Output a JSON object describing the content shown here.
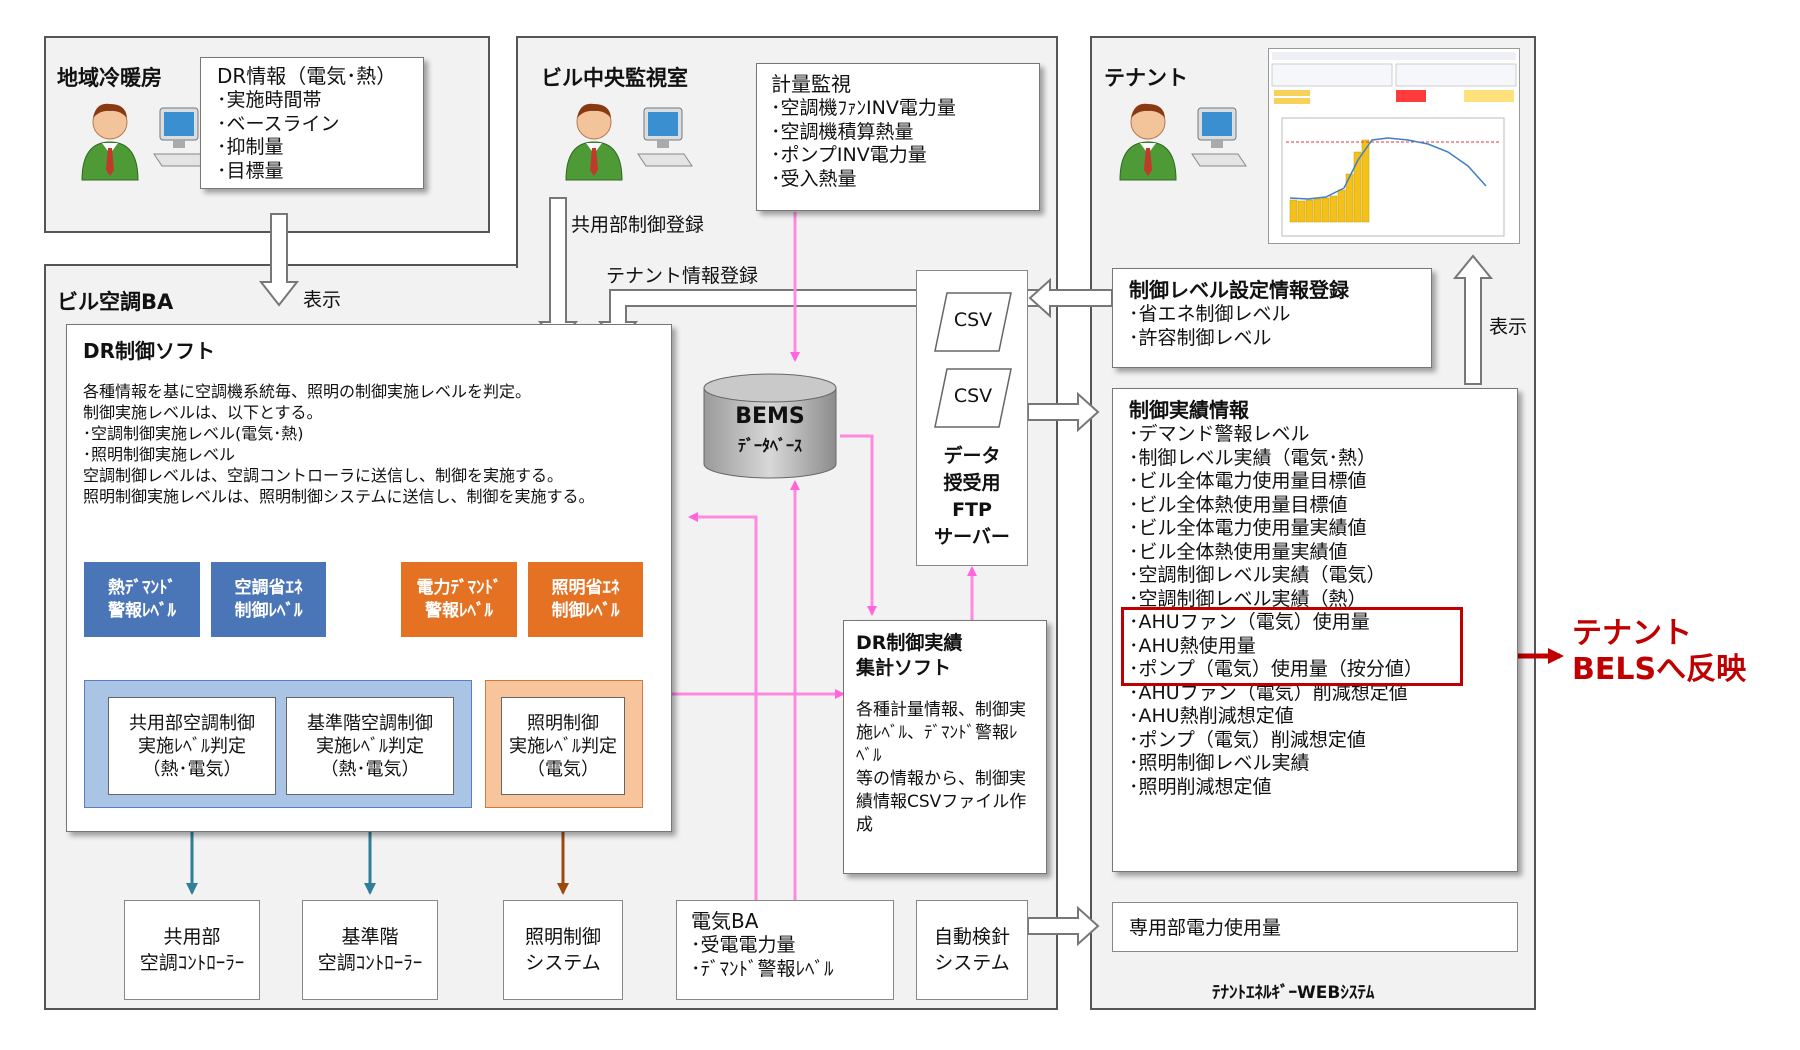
{
  "regions": {
    "district": {
      "title": "地域冷暖房"
    },
    "central": {
      "title": "ビル中央監視室"
    },
    "tenant": {
      "title": "テナント"
    },
    "ba": {
      "title": "ビル空調BA"
    },
    "web": {
      "footer": "ﾃﾅﾝﾄｴﾈﾙｷﾞｰWEBｼｽﾃﾑ"
    }
  },
  "dr_info": {
    "title": "DR情報（電気･熱）",
    "items": [
      "･実施時間帯",
      "･ベースライン",
      "･抑制量",
      "･目標量"
    ]
  },
  "metering": {
    "title": "計量監視",
    "items": [
      "･空調機ﾌｧﾝINV電力量",
      "･空調機積算熱量",
      "･ポンプINV電力量",
      "･受入熱量"
    ]
  },
  "edge_labels": {
    "display_left": "表示",
    "shared_register": "共用部制御登録",
    "tenant_register": "テナント情報登録",
    "display_right": "表示"
  },
  "dr_soft": {
    "title": "DR制御ソフト",
    "description": "各種情報を基に空調機系統毎、照明の制御実施レベルを判定。\n制御実施レベルは、以下とする。\n･空調制御実施レベル(電気･熱)\n･照明制御実施レベル\n空調制御レベルは、空調コントローラに送信し、制御を実施する。\n照明制御実施レベルは、照明制御システムに送信し、制御を実施する。",
    "levels": [
      {
        "label": "熱ﾃﾞﾏﾝﾄﾞ\n警報ﾚﾍﾞﾙ"
      },
      {
        "label": "空調省ｴﾈ\n制御ﾚﾍﾞﾙ"
      },
      {
        "label": "電力ﾃﾞﾏﾝﾄﾞ\n警報ﾚﾍﾞﾙ"
      },
      {
        "label": "照明省ｴﾈ\n制御ﾚﾍﾞﾙ"
      }
    ],
    "judges": [
      {
        "label": "共用部空調制御\n実施ﾚﾍﾞﾙ判定\n（熱･電気）"
      },
      {
        "label": "基準階空調制御\n実施ﾚﾍﾞﾙ判定\n（熱･電気）"
      },
      {
        "label": "照明制御\n実施ﾚﾍﾞﾙ判定\n（電気）"
      }
    ]
  },
  "bems": {
    "title": "BEMS",
    "sub": "ﾃﾞｰﾀﾍﾞｰｽ"
  },
  "ftp": {
    "csv1": "CSV",
    "csv2": "CSV",
    "label": "データ\n授受用\nFTP\nサーバー"
  },
  "dr_result_soft": {
    "title": "DR制御実績\n集計ソフト",
    "body": "各種計量情報、制御実施ﾚﾍﾞﾙ、ﾃﾞﾏﾝﾄﾞ警報ﾚﾍﾞﾙ\n等の情報から、制御実績情報CSVファイル作成"
  },
  "control_setting": {
    "title": "制御レベル設定情報登録",
    "items": [
      "･省エネ制御レベル",
      "･許容制御レベル"
    ]
  },
  "control_results": {
    "title": "制御実績情報",
    "items": [
      "･デマンド警報レベル",
      "･制御レベル実績（電気･熱）",
      "･ビル全体電力使用量目標値",
      "･ビル全体熱使用量目標値",
      "･ビル全体電力使用量実績値",
      "･ビル全体熱使用量実績値",
      "･空調制御レベル実績（電気）",
      "･空調制御レベル実績（熱）"
    ],
    "highlight": [
      "･AHUファン（電気）使用量",
      "･AHU熱使用量",
      "･ポンプ（電気）使用量（按分値）"
    ],
    "rest": [
      "･AHUファン（電気）削減想定値",
      "･AHU熱削減想定値",
      "･ポンプ（電気）削減想定値",
      "･照明制御レベル実績",
      "･照明削減想定値"
    ]
  },
  "bels": {
    "label": "テナント\nBELSへ反映",
    "color": "#c00000"
  },
  "bottom": {
    "shared_ctrl": "共用部\n空調ｺﾝﾄﾛｰﾗｰ",
    "std_ctrl": "基準階\n空調ｺﾝﾄﾛｰﾗｰ",
    "light_ctrl": "照明制御\nシステム",
    "elec_ba": {
      "title": "電気BA",
      "items": [
        "･受電電力量",
        "･ﾃﾞﾏﾝﾄﾞ警報ﾚﾍﾞﾙ"
      ]
    },
    "auto_meter": "自動検針\nシステム",
    "private_power": "専用部電力使用量"
  },
  "colors": {
    "blue_level": "#4a76b8",
    "orange_level": "#e57122",
    "pink_arrow": "#ff88e0",
    "teal_arrow": "#2f7f9a",
    "brown_arrow": "#9a4a10",
    "red": "#c00000"
  },
  "icons": [
    "user-icon",
    "computer-icon",
    "database-icon",
    "chart-screenshot"
  ]
}
